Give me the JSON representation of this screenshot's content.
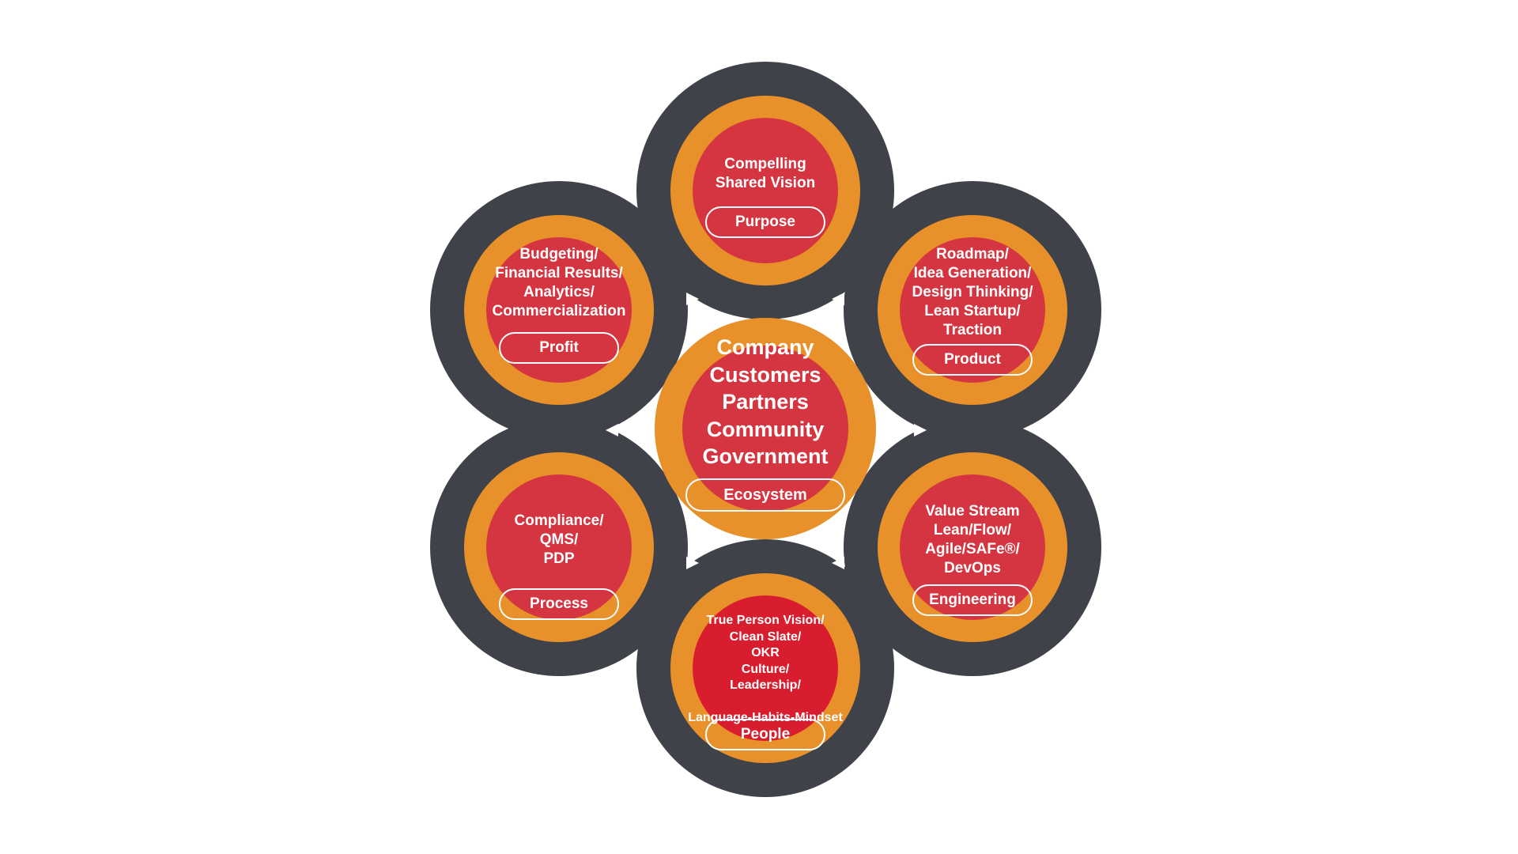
{
  "colors": {
    "outer_ring": "#40424a",
    "middle_ring": "#e8902a",
    "core": "#d43540",
    "core_people": "#d81e2e",
    "arrow": "#ffffff",
    "text": "#ffffff",
    "background": "#ffffff"
  },
  "center": {
    "lines": [
      "Company",
      "Customers",
      "Partners",
      "Community",
      "Government"
    ],
    "label": "Ecosystem"
  },
  "nodes": [
    {
      "id": "purpose",
      "lines": [
        "Compelling",
        "Shared Vision"
      ],
      "label": "Purpose"
    },
    {
      "id": "product",
      "lines": [
        "Roadmap/",
        "Idea Generation/",
        "Design Thinking/",
        "Lean Startup/",
        "Traction"
      ],
      "label": "Product"
    },
    {
      "id": "engineering",
      "lines": [
        "Value Stream",
        "Lean/Flow/",
        "Agile/SAFe®/",
        "DevOps"
      ],
      "label": "Engineering"
    },
    {
      "id": "people",
      "lines": [
        "True Person Vision/",
        "Clean Slate/",
        "OKR",
        "Culture/",
        "Leadership/",
        "",
        "Language-Habits-Mindset"
      ],
      "label": "People"
    },
    {
      "id": "process",
      "lines": [
        "Compliance/",
        "QMS/",
        "PDP"
      ],
      "label": "Process"
    },
    {
      "id": "profit",
      "lines": [
        "Budgeting/",
        "Financial Results/",
        "Analytics/",
        "Commercialization"
      ],
      "label": "Profit"
    }
  ],
  "arrows": [
    {
      "id": "purpose-to-center-left",
      "direction": "right"
    },
    {
      "id": "purpose-to-center-right",
      "direction": "left"
    },
    {
      "id": "center-to-left",
      "direction": "left"
    },
    {
      "id": "center-to-right",
      "direction": "right"
    },
    {
      "id": "people-to-center-left",
      "direction": "right"
    },
    {
      "id": "people-to-center-right",
      "direction": "left"
    }
  ]
}
